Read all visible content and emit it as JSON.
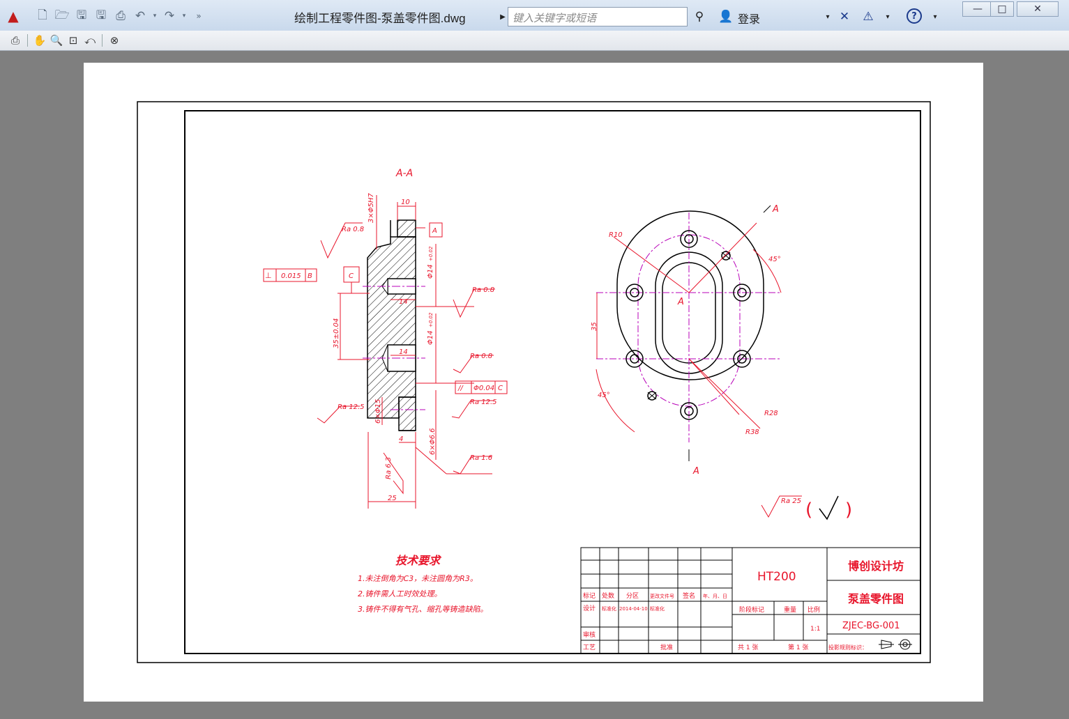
{
  "window": {
    "title": "绘制工程零件图-泵盖零件图.dwg",
    "search_placeholder": "键入关键字或短语",
    "login_label": "登录"
  },
  "quick_access_icons": [
    "autocad-logo-icon",
    "new-icon",
    "open-icon",
    "save-icon",
    "saveas-icon",
    "print-icon",
    "undo-icon",
    "redo-icon",
    "more-icon"
  ],
  "preview_toolbar_icons": [
    "print-icon",
    "pan-icon",
    "zoom-icon",
    "zoom-window-icon",
    "zoom-original-icon",
    "close-preview-icon"
  ],
  "drawing": {
    "section_label": "A-A",
    "section_dims": {
      "holes": "3×Φ5H7",
      "top_width": "10",
      "datum_a": "A",
      "datum_c": "C",
      "perp_tol": "0.015",
      "perp_datum": "B",
      "ra_top": "Ra 0.8",
      "dia_upper": "Φ14",
      "dia_upper_tol": "+0.02",
      "depth_upper": "14",
      "ra_mid": "Ra 0.8",
      "center_dist": "35±0.04",
      "dia_lower": "Φ14",
      "dia_lower_tol": "+0.02",
      "depth_lower": "14",
      "ra_lower": "Ra 0.8",
      "par_sym": "//",
      "par_tol": "Φ0.04",
      "par_datum": "C",
      "ra_left_bottom": "Ra 12.5",
      "ra_right_bottom": "Ra 12.5",
      "hole6": "6×Φ15",
      "hole6b": "6×Φ6.6",
      "small4": "4",
      "ra_63": "Ra 6.3",
      "ra_16": "Ra 1.6",
      "total_width": "25"
    },
    "front_dims": {
      "r_top": "R10",
      "angle_top": "45°",
      "angle_bottom": "45°",
      "height": "35",
      "r28": "R28",
      "r38": "R38",
      "section_a_top": "A",
      "section_a_center": "A",
      "section_a_bottom": "A"
    },
    "roughness_general": "Ra 25",
    "tech": {
      "heading": "技术要求",
      "items": [
        "1.未注倒角为C3，未注圆角为R3。",
        "2.铸件需人工时效处理。",
        "3.铸件不得有气孔、缩孔等铸造缺陷。"
      ]
    },
    "title_block": {
      "material": "HT200",
      "company": "博创设计坊",
      "drawing_name": "泵盖零件图",
      "drawing_no": "ZJEC-BG-001",
      "row_headers": [
        "标记",
        "处数",
        "分区",
        "更改文件号",
        "签名",
        "年、月、日"
      ],
      "design": "设计",
      "std": "标准化",
      "date": "2014-04-10",
      "std_name": "标准化",
      "review": "审核",
      "process": "工艺",
      "approve": "批准",
      "stage": "阶段标记",
      "weight": "重量",
      "scale_h": "比例",
      "scale": "1:1",
      "sheets_total": "共 1 张",
      "sheet_no": "第 1 张",
      "projection": "投影规则标识："
    }
  }
}
